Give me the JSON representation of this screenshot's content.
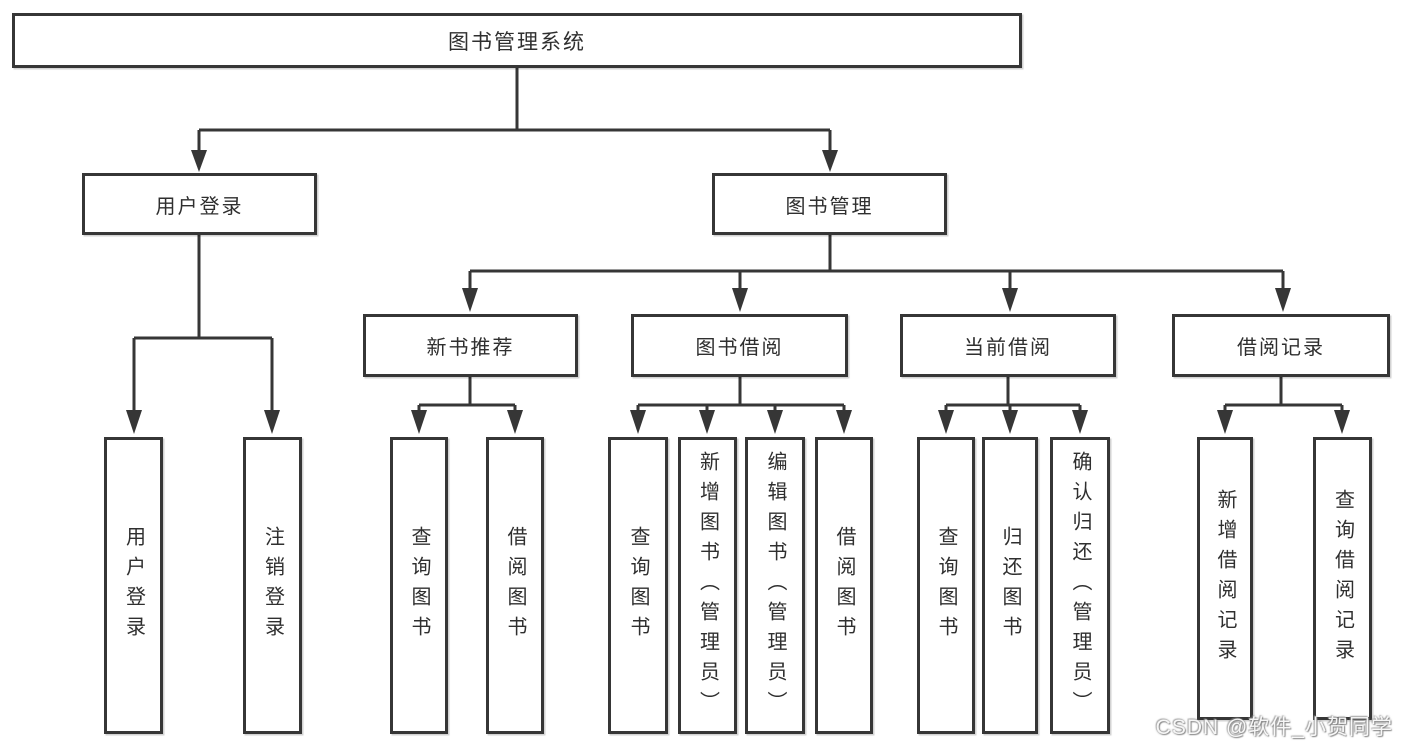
{
  "diagram": {
    "type": "hierarchy-tree",
    "title": "图书管理系统",
    "colors": {
      "line": "#363636",
      "box_border": "#363636",
      "box_fill": "#ffffff",
      "text": "#2f2f2f",
      "watermark_text": "#ffffff"
    },
    "nodes": {
      "root": "图书管理系统",
      "user_login": "用户登录",
      "book_mgmt": "图书管理",
      "login": "用户登录",
      "logout": "注销登录",
      "new_rec": "新书推荐",
      "book_borrow": "图书借阅",
      "current_borrow": "当前借阅",
      "borrow_records": "借阅记录",
      "nr_query": "查询图书",
      "nr_borrow": "借阅图书",
      "bb_query": "查询图书",
      "bb_add": "新增图书（管理员）",
      "bb_edit": "编辑图书（管理员）",
      "bb_borrow": "借阅图书",
      "cb_query": "查询图书",
      "cb_return": "归还图书",
      "cb_confirm": "确认归还（管理员）",
      "br_add": "新增借阅记录",
      "br_query": "查询借阅记录"
    },
    "hierarchy": {
      "图书管理系统": {
        "用户登录": [
          "用户登录",
          "注销登录"
        ],
        "图书管理": {
          "新书推荐": [
            "查询图书",
            "借阅图书"
          ],
          "图书借阅": [
            "查询图书",
            "新增图书（管理员）",
            "编辑图书（管理员）",
            "借阅图书"
          ],
          "当前借阅": [
            "查询图书",
            "归还图书",
            "确认归还（管理员）"
          ],
          "借阅记录": [
            "新增借阅记录",
            "查询借阅记录"
          ]
        }
      }
    },
    "watermark": "CSDN @软件_小贺同学"
  }
}
